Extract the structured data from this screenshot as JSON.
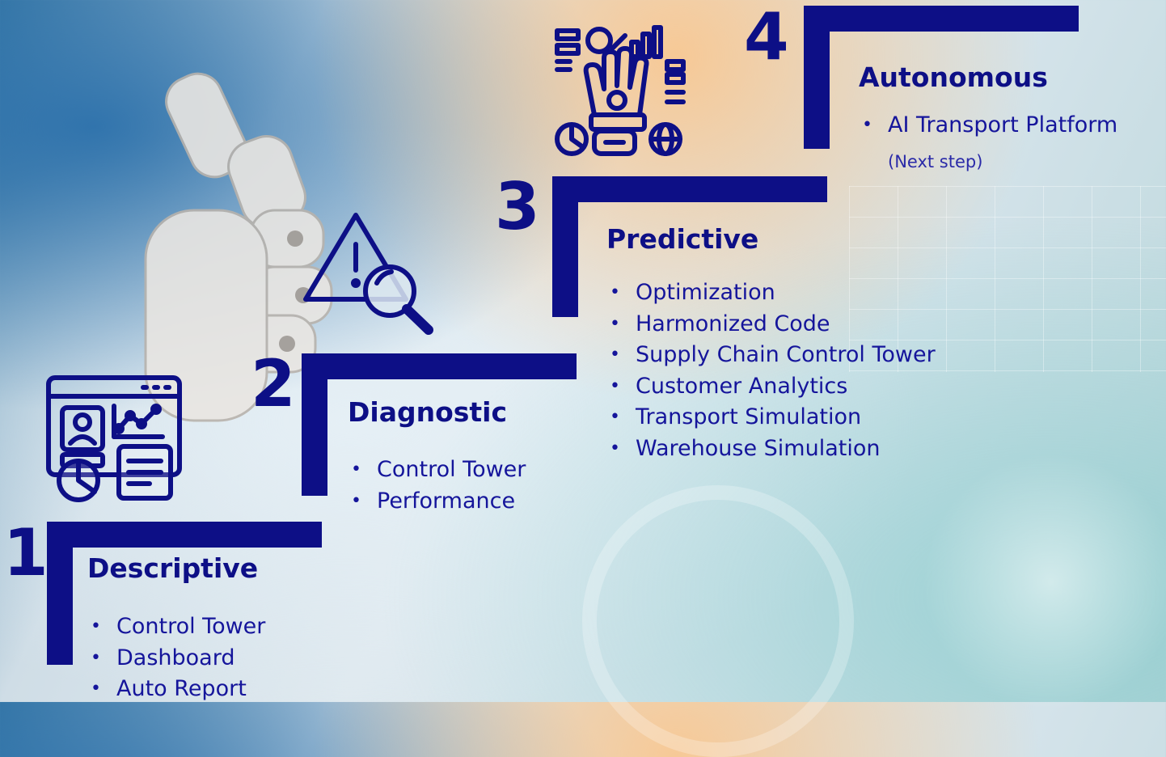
{
  "stages": [
    {
      "number": "1",
      "title": "Descriptive",
      "items": [
        "Control Tower",
        "Dashboard",
        "Auto Report"
      ],
      "icon": "dashboard-report-icon"
    },
    {
      "number": "2",
      "title": "Diagnostic",
      "items": [
        "Control Tower",
        "Performance"
      ],
      "icon": "warning-search-icon"
    },
    {
      "number": "3",
      "title": "Predictive",
      "items": [
        "Optimization",
        "Harmonized Code",
        "Supply Chain Control Tower",
        "Customer Analytics",
        "Transport Simulation",
        "Warehouse Simulation"
      ]
    },
    {
      "number": "4",
      "title": "Autonomous",
      "items": [
        "AI Transport Platform"
      ],
      "note": "(Next step)",
      "icon": "robot-hand-data-icon"
    }
  ],
  "colors": {
    "accent": "#0d0f86",
    "text": "#15159b"
  }
}
